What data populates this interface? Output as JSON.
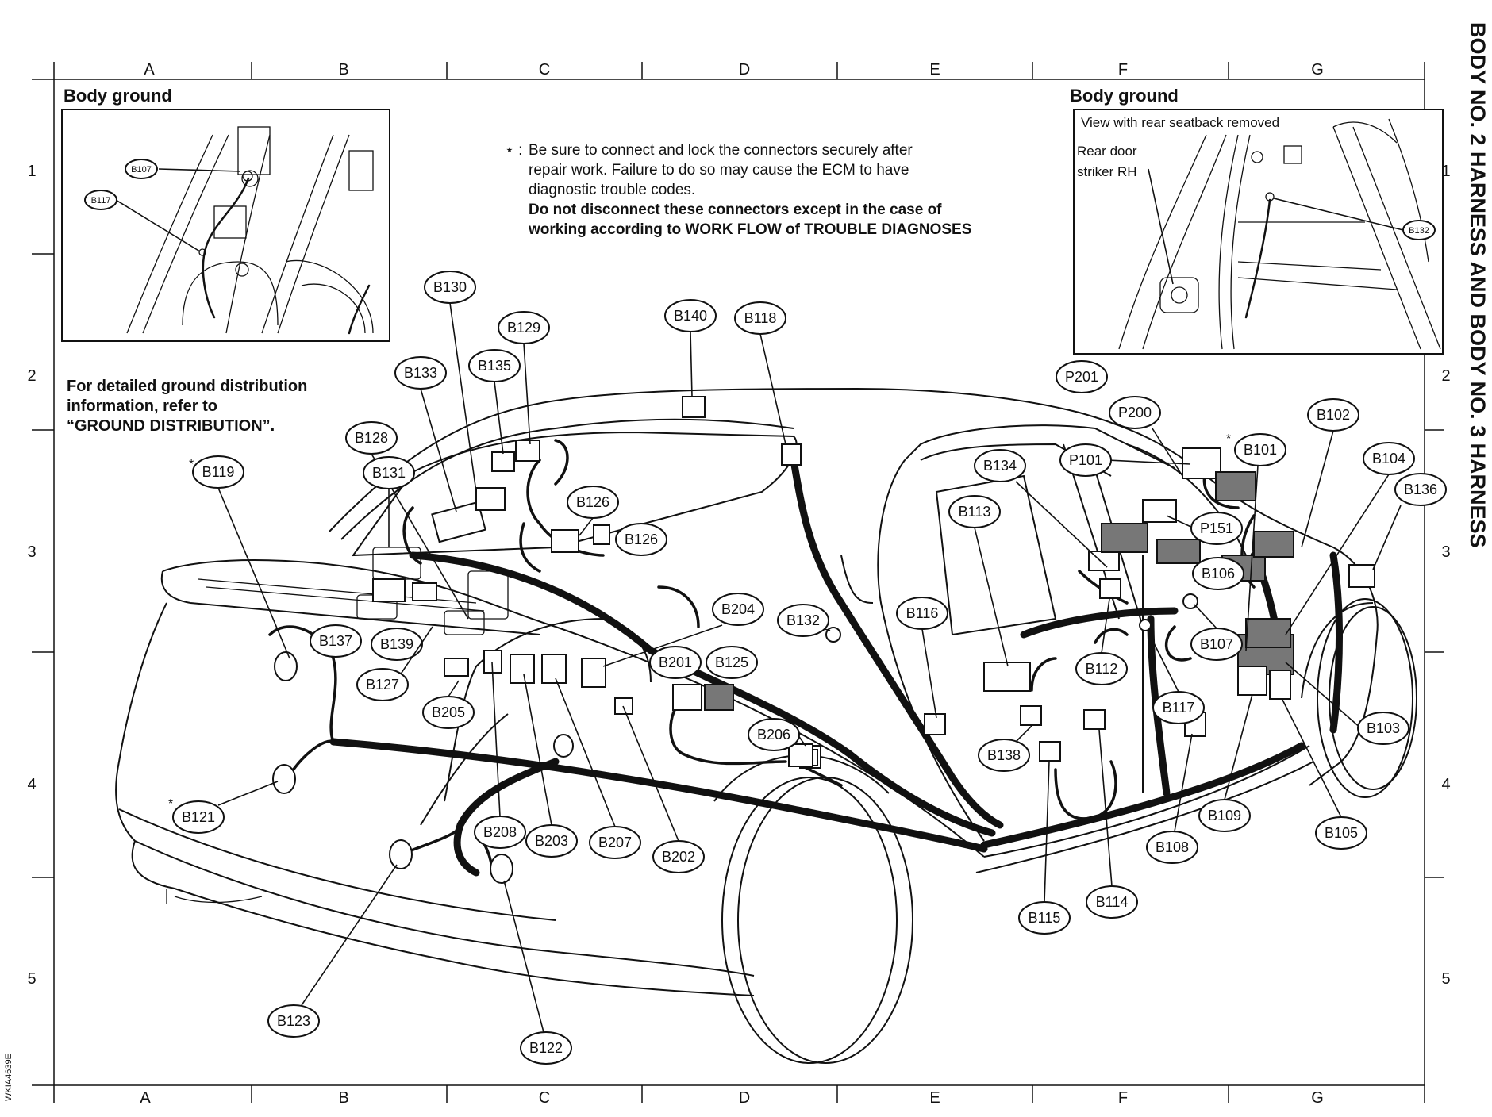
{
  "title": "BODY NO. 2 HARNESS AND BODY NO. 3 HARNESS",
  "grid": {
    "columns": [
      "A",
      "B",
      "C",
      "D",
      "E",
      "F",
      "G"
    ],
    "rows": [
      "1",
      "2",
      "3",
      "4",
      "5"
    ]
  },
  "left_panel": {
    "title": "Body ground",
    "labels": [
      "B107",
      "B117"
    ]
  },
  "right_panel": {
    "title": "Body ground",
    "view_note": "View with rear seatback removed",
    "striker_label_line1": "Rear door",
    "striker_label_line2": "striker RH",
    "labels": [
      "B132"
    ]
  },
  "ground_note": {
    "line1": "For detailed ground distribution",
    "line2": "information, refer to",
    "line3": "“GROUND DISTRIBUTION”."
  },
  "caution_note": {
    "marker": "⋆ :",
    "line1": "Be sure to connect and lock the connectors securely after",
    "line2": "repair work. Failure to do so may cause the ECM to have",
    "line3": "diagnostic trouble codes.",
    "line4": "Do not disconnect these connectors except in the case of",
    "line5": "working according to WORK FLOW of TROUBLE DIAGNOSES"
  },
  "connectors": [
    {
      "id": "B130",
      "star": false
    },
    {
      "id": "B129",
      "star": false
    },
    {
      "id": "B140",
      "star": false
    },
    {
      "id": "B118",
      "star": false
    },
    {
      "id": "B133",
      "star": false
    },
    {
      "id": "B135",
      "star": false
    },
    {
      "id": "B128",
      "star": false
    },
    {
      "id": "B119",
      "star": true
    },
    {
      "id": "B131",
      "star": false
    },
    {
      "id": "B126",
      "star": false
    },
    {
      "id": "B126",
      "star": false
    },
    {
      "id": "B137",
      "star": false
    },
    {
      "id": "B139",
      "star": false
    },
    {
      "id": "B127",
      "star": false
    },
    {
      "id": "B204",
      "star": false
    },
    {
      "id": "B132",
      "star": false
    },
    {
      "id": "B201",
      "star": false
    },
    {
      "id": "B125",
      "star": false
    },
    {
      "id": "B205",
      "star": false
    },
    {
      "id": "B206",
      "star": false
    },
    {
      "id": "B121",
      "star": true
    },
    {
      "id": "B208",
      "star": false
    },
    {
      "id": "B203",
      "star": false
    },
    {
      "id": "B207",
      "star": false
    },
    {
      "id": "B202",
      "star": false
    },
    {
      "id": "B123",
      "star": false
    },
    {
      "id": "B122",
      "star": false
    },
    {
      "id": "P201",
      "star": false
    },
    {
      "id": "P200",
      "star": false
    },
    {
      "id": "P101",
      "star": false
    },
    {
      "id": "B134",
      "star": false
    },
    {
      "id": "B101",
      "star": true
    },
    {
      "id": "B102",
      "star": false
    },
    {
      "id": "B104",
      "star": false
    },
    {
      "id": "B136",
      "star": false
    },
    {
      "id": "P151",
      "star": false
    },
    {
      "id": "B113",
      "star": false
    },
    {
      "id": "B106",
      "star": false
    },
    {
      "id": "B116",
      "star": false
    },
    {
      "id": "B112",
      "star": false
    },
    {
      "id": "B117",
      "star": false
    },
    {
      "id": "B107",
      "star": false
    },
    {
      "id": "B103",
      "star": false
    },
    {
      "id": "B138",
      "star": false
    },
    {
      "id": "B109",
      "star": false
    },
    {
      "id": "B105",
      "star": false
    },
    {
      "id": "B108",
      "star": false
    },
    {
      "id": "B114",
      "star": false
    },
    {
      "id": "B115",
      "star": false
    }
  ],
  "doc_id": "WKIA4639E"
}
